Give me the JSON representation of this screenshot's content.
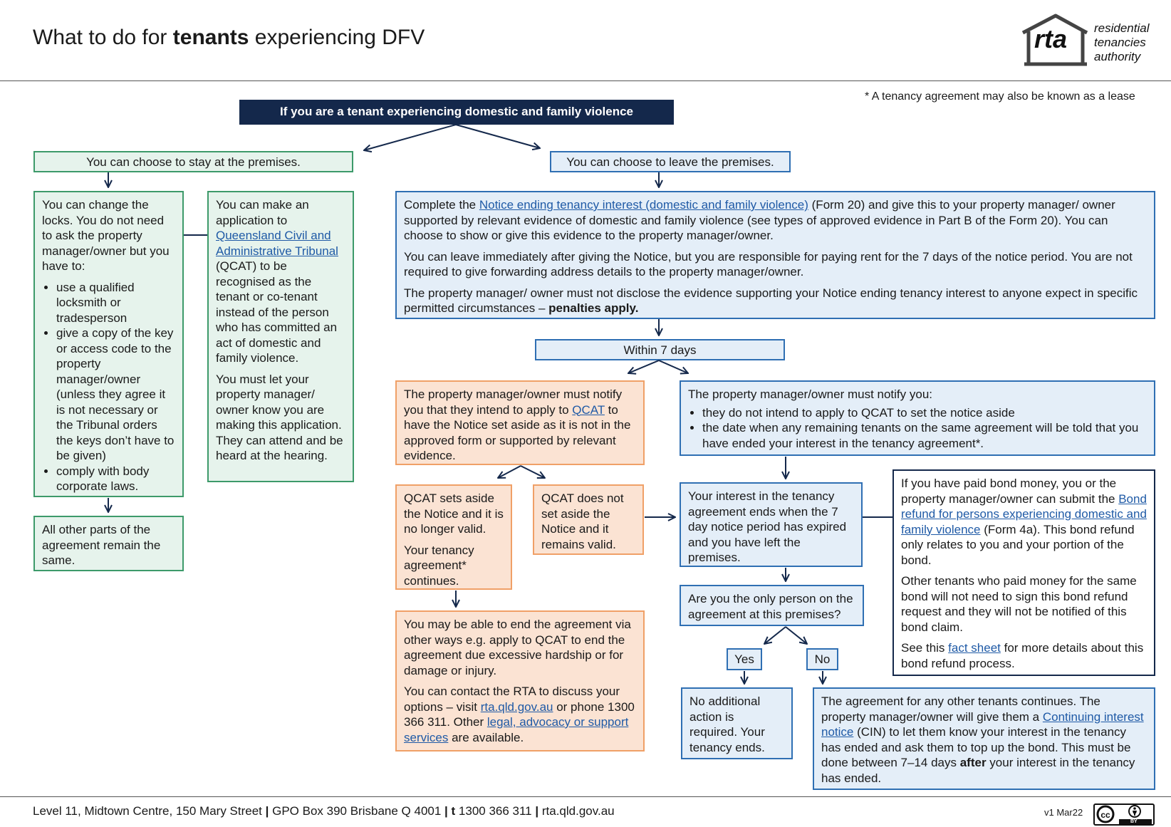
{
  "header": {
    "title_pre": "What to do for ",
    "title_bold": "tenants",
    "title_post": " experiencing DFV",
    "logo_text": "rta",
    "logo_words": [
      "residential",
      "tenancies",
      "authority"
    ]
  },
  "note": "* A tenancy agreement may also be known as a lease",
  "top_box": "If you are a tenant experiencing domestic and family violence",
  "stay": {
    "heading": "You can choose to stay at the premises.",
    "locks_intro": "You can change the locks. You do not need to ask the property manager/owner but you have to:",
    "locks_items": [
      "use a qualified locksmith or tradesperson",
      "give a copy of the key or access code to the property manager/owner (unless they agree it is not necessary or the Tribunal orders the keys don’t have to be given)",
      "comply with body corporate laws."
    ],
    "other_parts": "All other parts of the agreement remain the same.",
    "qcat_pre": "You can make an application to ",
    "qcat_link": "Queensland Civil and Administrative Tribunal",
    "qcat_post": " (QCAT) to be recognised as the tenant or co-tenant instead of the person who has committed an act of domestic and family violence.",
    "qcat_p2": "You must let your property manager/ owner know you are making this application. They can attend and be heard at the hearing."
  },
  "leave": {
    "heading": "You can choose to leave the premises.",
    "p1_pre": "Complete the ",
    "p1_link": "Notice ending tenancy interest (domestic and family violence)",
    "p1_post": " (Form 20) and give this to your property manager/ owner supported by relevant evidence of domestic and family violence (see types of approved evidence in Part B of the Form 20). You can choose to show or give this evidence to the property manager/owner.",
    "p2": "You can leave immediately after giving the Notice, but you are responsible for paying rent for the 7 days of the notice period. You are not required to give forwarding address details to the property manager/owner.",
    "p3_pre": "The property manager/ owner must not disclose the evidence supporting your Notice ending tenancy interest to anyone expect in specific permitted circumstances – ",
    "p3_bold": "penalties apply."
  },
  "within": "Within 7 days",
  "notify_qcat": {
    "pre": "The property manager/owner must notify you that they intend to apply to ",
    "link": "QCAT",
    "post": " to have the Notice set aside as it is not in the approved form or supported by relevant evidence."
  },
  "notify_you": {
    "intro": "The property manager/owner must notify you:",
    "items": [
      "they do not intend to apply to QCAT to set the notice aside",
      "the date when any remaining tenants on the same agreement will be told that you have ended your interest in the tenancy agreement*."
    ]
  },
  "qcat_sets_aside": {
    "p1": "QCAT sets aside the Notice and it is no longer valid.",
    "p2": "Your tenancy agreement* continues."
  },
  "qcat_not_aside": "QCAT does not set aside the Notice and it remains valid.",
  "other_ways": {
    "p1": "You may be able to end the agreement via other ways e.g. apply to QCAT to end the agreement due excessive hardship or for damage or injury.",
    "p2_pre": "You can contact the RTA to discuss your options – visit ",
    "p2_link1": "rta.qld.gov.au",
    "p2_mid": " or phone 1300 366 311. Other ",
    "p2_link2": "legal, advocacy or support services",
    "p2_post": " are available."
  },
  "interest_ends": "Your interest in the tenancy agreement ends when the 7 day notice period has expired and you have left the premises.",
  "bond": {
    "p1_pre": "If you have paid bond money, you or the property manager/owner can submit the ",
    "p1_link": "Bond refund for persons experiencing domestic and family violence",
    "p1_post": " (Form 4a). This bond refund only relates to you and your portion of the bond.",
    "p2": "Other tenants who paid money for the same bond will not need to sign this bond refund request and they will not be notified of this bond claim.",
    "p3_pre": "See this ",
    "p3_link": "fact sheet",
    "p3_post": " for more details about this bond refund process."
  },
  "only_person": "Are you the only person on the agreement at this premises?",
  "yes": "Yes",
  "no": "No",
  "no_action": "No additional action is required. Your tenancy ends.",
  "continues": {
    "pre": "The agreement for any other tenants continues. The property manager/owner will give them a ",
    "link": "Continuing interest notice",
    "mid": " (CIN) to let them know your interest in the tenancy has ended and ask them to top up the bond. This must be done between 7–14 days ",
    "bold": "after",
    "post": " your interest in the tenancy has ended."
  },
  "footer": {
    "address": "Level 11, Midtown Centre, 150 Mary Street",
    "sep": " | ",
    "gpo": "GPO Box 390 Brisbane Q 4001",
    "phone_label": "t",
    "phone": " 1300 366 311",
    "web": "rta.qld.gov.au",
    "version": "v1 Mar22",
    "license_label": "BY"
  },
  "colors": {
    "navy": "#14284b",
    "green": "#3d9a6a",
    "blue": "#2f6fb3",
    "orange": "#f0a067",
    "link": "#1f5aa6"
  }
}
